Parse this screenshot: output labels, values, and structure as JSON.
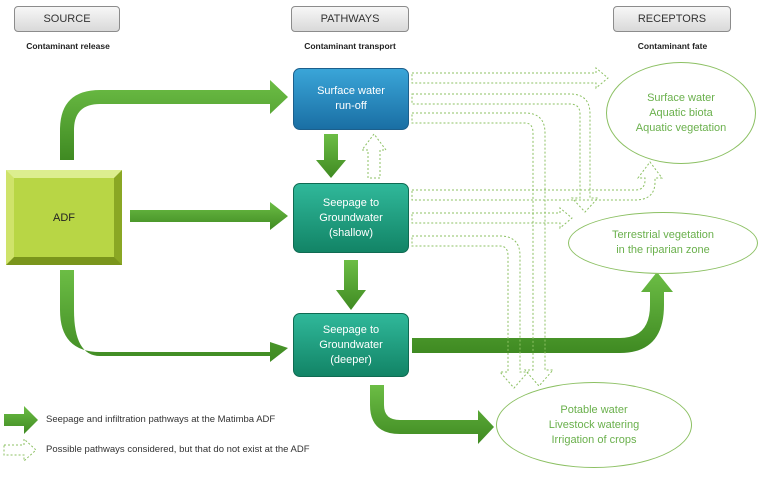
{
  "headers": {
    "source": "SOURCE",
    "pathways": "PATHWAYS",
    "receptors": "RECEPTORS"
  },
  "subheaders": {
    "source": "Contaminant release",
    "pathways": "Contaminant transport",
    "receptors": "Contaminant fate"
  },
  "source_box": "ADF",
  "pathway_boxes": {
    "surface": [
      "Surface water",
      "run-off"
    ],
    "shallow": [
      "Seepage to",
      "Groundwater",
      "(shallow)"
    ],
    "deeper": [
      "Seepage to",
      "Groundwater",
      "(deeper)"
    ]
  },
  "receptors": {
    "surface": [
      "Surface water",
      "Aquatic biota",
      "Aquatic vegetation"
    ],
    "terrestrial": [
      "Terrestrial vegetation",
      "in the riparian zone"
    ],
    "potable": [
      "Potable water",
      "Livestock watering",
      "Irrigation of crops"
    ]
  },
  "legend": {
    "solid": "Seepage and infiltration pathways at the Matimba ADF",
    "dotted": "Possible pathways considered, but that do not exist at the ADF"
  },
  "colors": {
    "solid_arrow": "#56a532",
    "dotted_arrow": "#8cc063",
    "surface_box": "#2a8bc4",
    "groundwater_box": "#1f9e7e",
    "adf_box": "#b8d645"
  }
}
